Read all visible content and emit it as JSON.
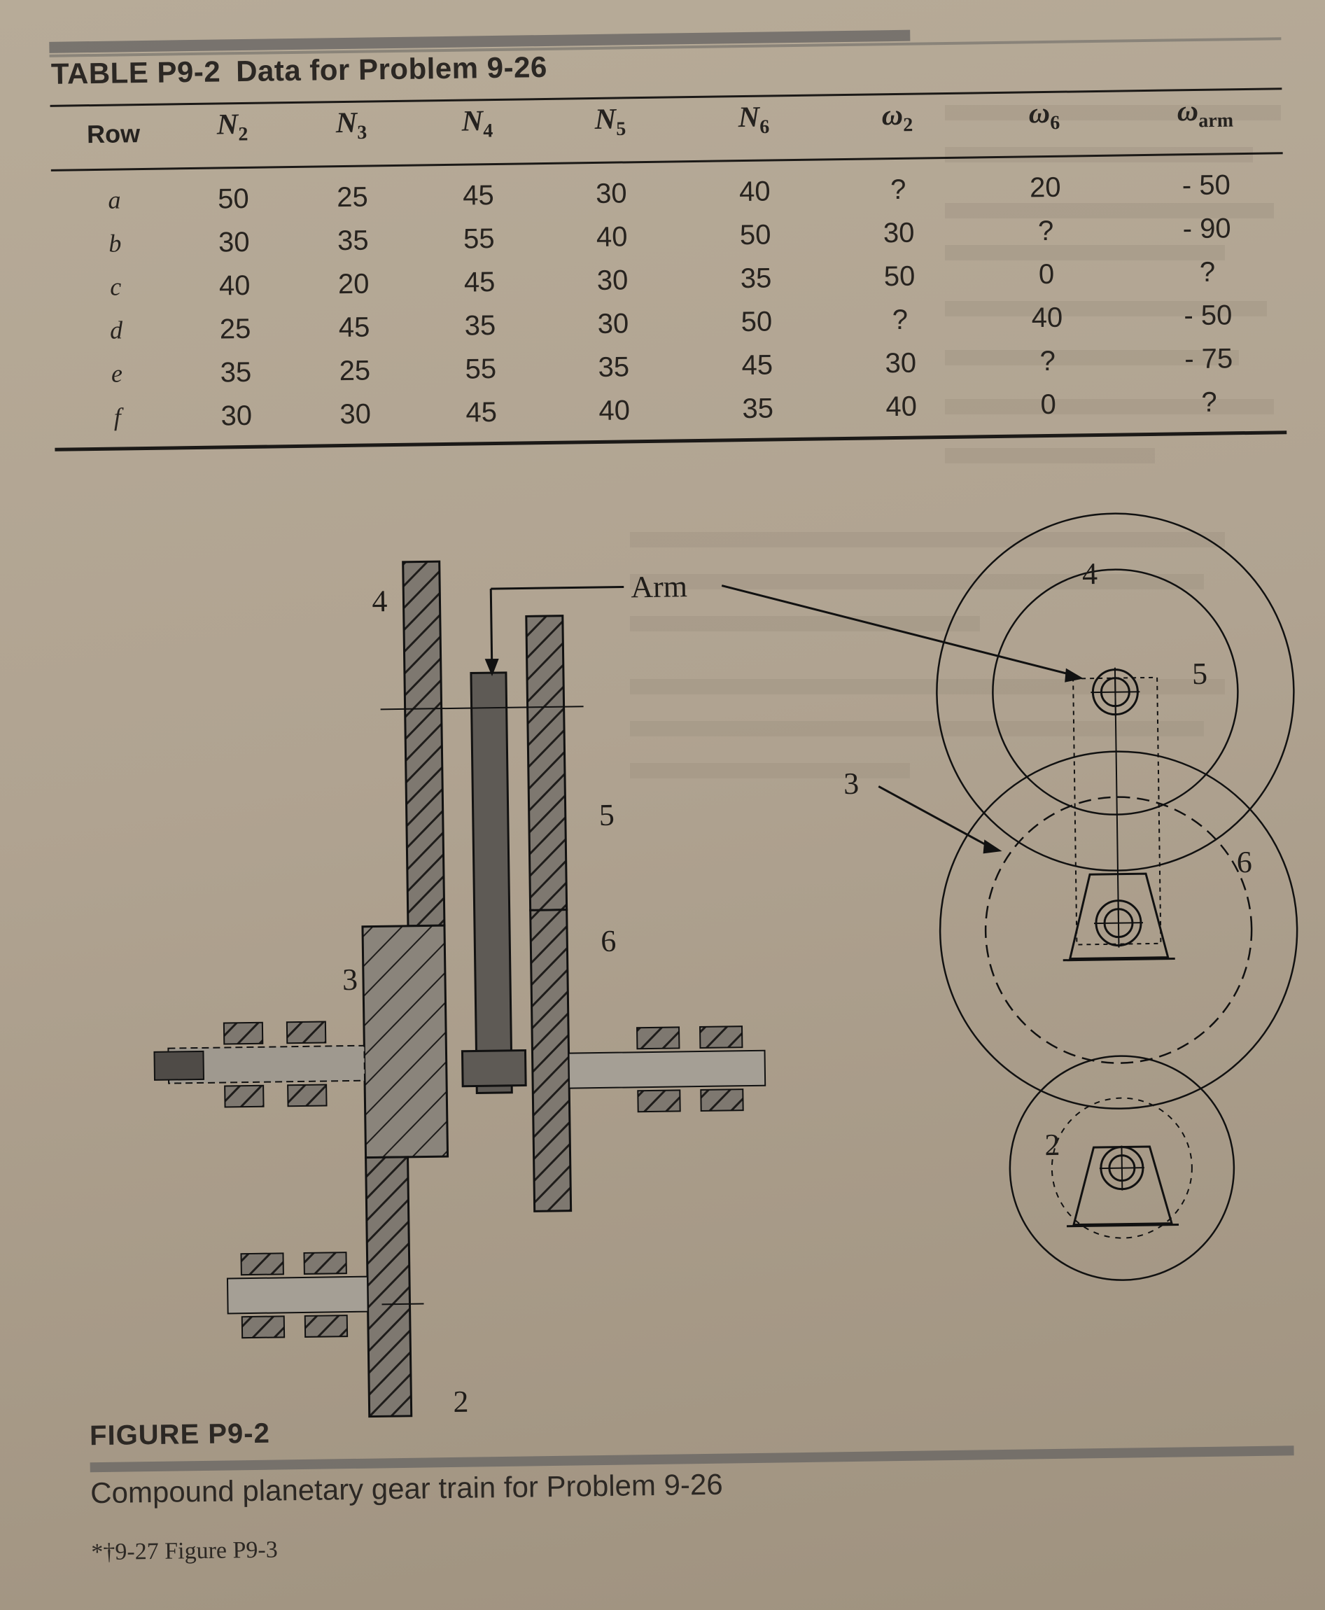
{
  "table": {
    "label": "TABLE P9-2",
    "title": "Data for Problem 9-26",
    "headers": [
      "Row",
      "N",
      "N",
      "N",
      "N",
      "N",
      "ω",
      "ω",
      "ω"
    ],
    "subscripts": [
      "",
      "2",
      "3",
      "4",
      "5",
      "6",
      "2",
      "6",
      "arm"
    ],
    "rows": [
      [
        "a",
        "50",
        "25",
        "45",
        "30",
        "40",
        "?",
        "20",
        "- 50"
      ],
      [
        "b",
        "30",
        "35",
        "55",
        "40",
        "50",
        "30",
        "?",
        "- 90"
      ],
      [
        "c",
        "40",
        "20",
        "45",
        "30",
        "35",
        "50",
        "0",
        "?"
      ],
      [
        "d",
        "25",
        "45",
        "35",
        "30",
        "50",
        "?",
        "40",
        "- 50"
      ],
      [
        "e",
        "35",
        "25",
        "55",
        "35",
        "45",
        "30",
        "?",
        "- 75"
      ],
      [
        "f",
        "30",
        "30",
        "45",
        "40",
        "35",
        "40",
        "0",
        "?"
      ]
    ]
  },
  "figure": {
    "labels": {
      "arm": "Arm",
      "gear2_left": "2",
      "gear3_left": "3",
      "gear4_left": "4",
      "gear5_left": "5",
      "gear6_left": "6",
      "gear2_right": "2",
      "gear3_right": "3",
      "gear4_right": "4",
      "gear5_right": "5",
      "gear6_right": "6"
    },
    "label": "FIGURE P9-2",
    "caption": "Compound planetary gear train for Problem 9-26"
  },
  "next_problem": "*†9-27   Figure P9-3"
}
